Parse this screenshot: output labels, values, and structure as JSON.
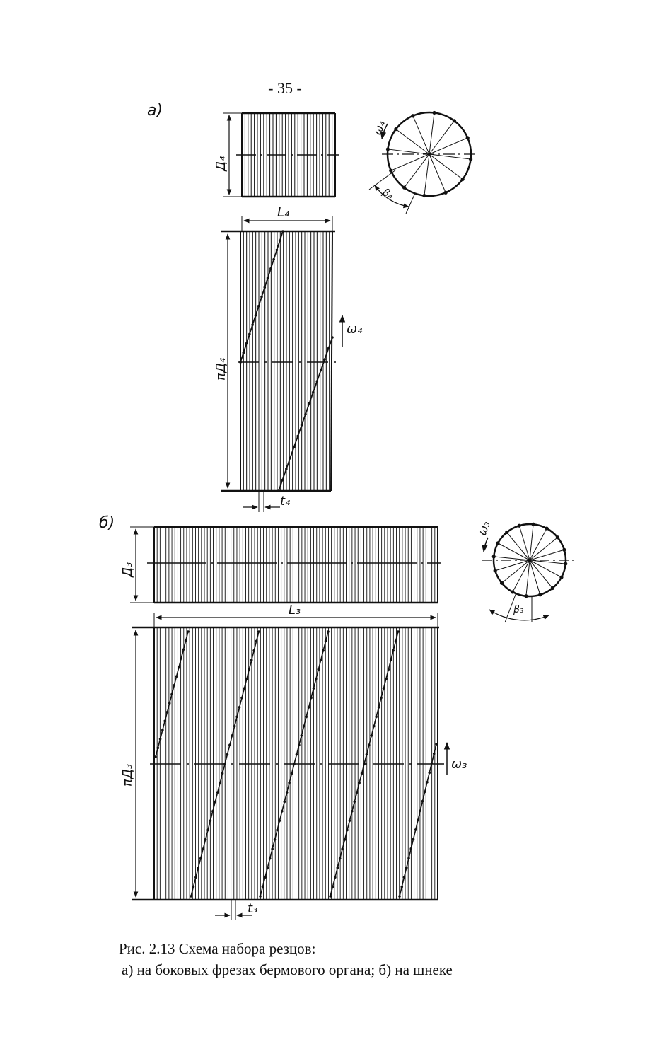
{
  "page": {
    "number": "- 35 -"
  },
  "figure": {
    "part_a": {
      "label": "а)",
      "diameter_label": "Д₄",
      "length_label": "L₄",
      "circumference_label": "πД₄",
      "pitch_label": "t₄",
      "rotation_label": "ω₄",
      "disc_angle_label": "β₄",
      "disc_rotation_label": "ω₄",
      "cutter_lines": 30,
      "disc_spokes": 12,
      "helix_starts": 2
    },
    "part_b": {
      "label": "б)",
      "diameter_label": "Д₃",
      "length_label": "L₃",
      "circumference_label": "πД₃",
      "pitch_label": "t₃",
      "rotation_label": "ω₃",
      "disc_angle_label": "β₃",
      "disc_rotation_label": "ω₃",
      "cutter_lines": 96,
      "disc_spokes": 16,
      "helix_starts": 4
    }
  },
  "caption": {
    "line1": "Рис. 2.13  Схема набора резцов:",
    "line2": "а) на боковых фрезах бермового органа; б) на шнеке"
  },
  "colors": {
    "ink": "#111111",
    "paper": "#ffffff"
  }
}
